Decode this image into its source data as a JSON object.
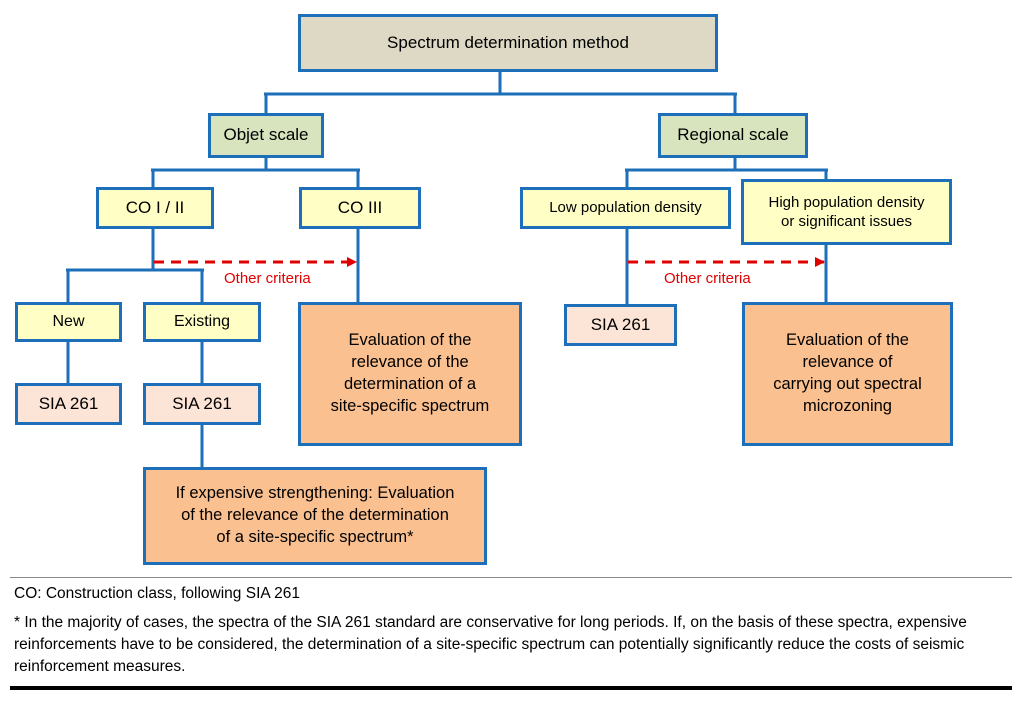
{
  "diagram": {
    "root": "Spectrum determination method",
    "object_scale": "Objet scale",
    "regional_scale": "Regional scale",
    "co_1_2": "CO I / II",
    "co_3": "CO III",
    "low_density": "Low population density",
    "high_density_line1": "High population density",
    "high_density_line2": "or significant issues",
    "new": "New",
    "existing": "Existing",
    "sia_new": "SIA 261",
    "sia_existing": "SIA 261",
    "sia_low_density": "SIA 261",
    "other_criteria_left": "Other criteria",
    "other_criteria_right": "Other criteria",
    "eval_co3": [
      "Evaluation of the",
      "relevance of the",
      "determination of a",
      "site-specific spectrum"
    ],
    "eval_microzoning": [
      "Evaluation of the",
      "relevance of",
      "carrying out spectral",
      "microzoning"
    ],
    "eval_strengthening": [
      "If expensive strengthening: Evaluation",
      "of the relevance of the determination",
      "of a site-specific spectrum*"
    ]
  },
  "colors": {
    "border": "#1c6fb8",
    "connector": "#1c6fb8",
    "dashed_arrow": "#e00000",
    "root_fill": "#ddd9c4",
    "scale_fill": "#d7e4bd",
    "criteria_fill": "#ffffc5",
    "result_fill": "#fce4d6",
    "evaluation_fill": "#fac090"
  },
  "footnotes": {
    "co_definition": "CO: Construction class, following SIA 261",
    "asterisk_note": "* In the majority of cases, the spectra of the SIA 261 standard are conservative for long periods. If, on the basis of these spectra, expensive reinforcements have to be considered, the determination of a site-specific spectrum can potentially significantly reduce the costs of seismic reinforcement measures."
  }
}
